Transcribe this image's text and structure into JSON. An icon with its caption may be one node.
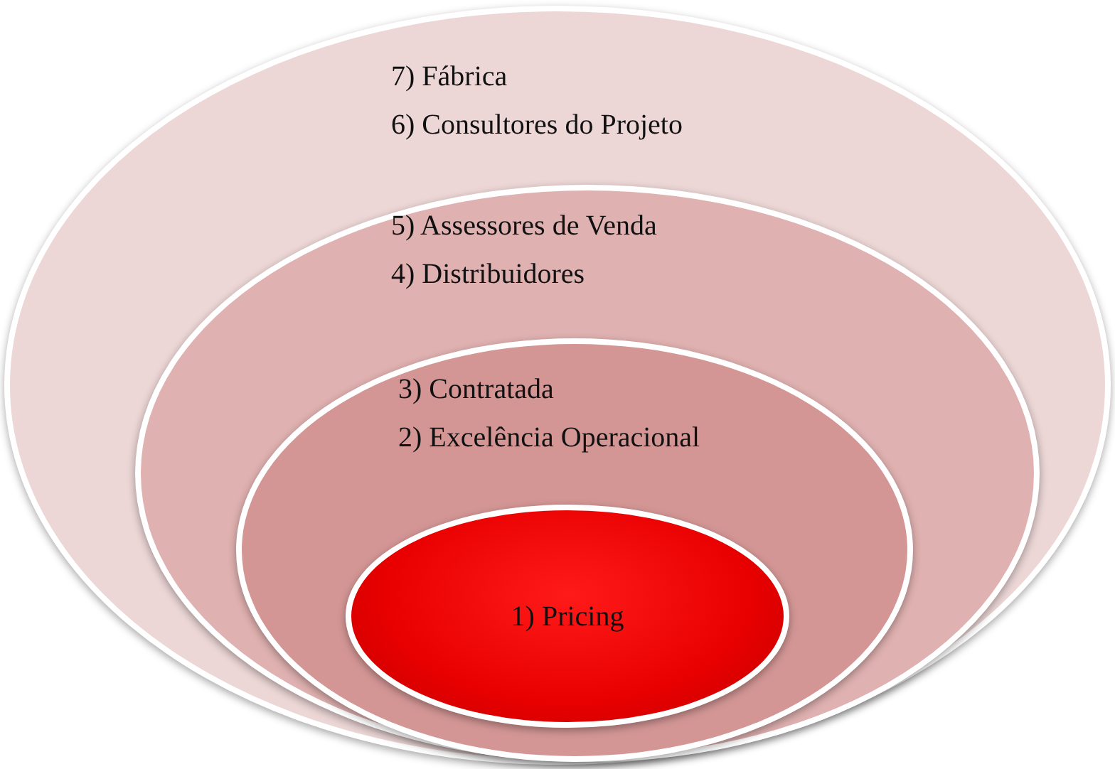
{
  "diagram": {
    "nodes": [
      {
        "text": [
          "7) Fábrica",
          "6) Consultores do Projeto"
        ]
      },
      {
        "text": [
          "5) Assessores de Venda",
          "4) Distribuidores"
        ],
        "in": 0
      },
      {
        "text": [
          "3) Contratada",
          "2) Excelência Operacional"
        ],
        "in": 1
      },
      {
        "text": [
          "1) Pricing"
        ],
        "in": 2
      }
    ]
  }
}
